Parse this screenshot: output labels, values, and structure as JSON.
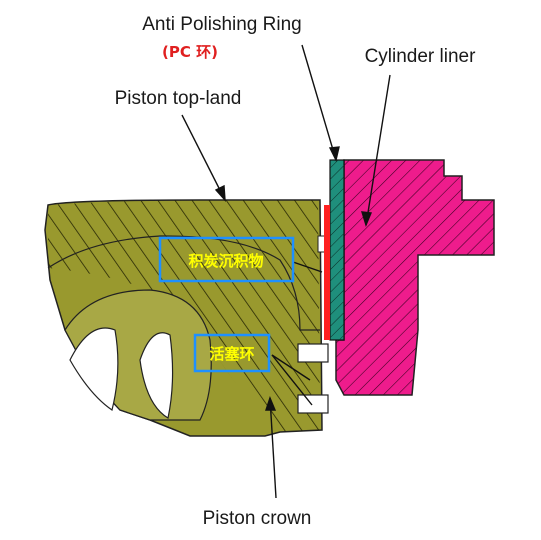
{
  "labels": {
    "anti_polishing_ring": "Anti Polishing Ring",
    "pc_ring": "(PC 环)",
    "cylinder_liner": "Cylinder liner",
    "piston_top_land": "Piston top-land",
    "carbon_deposit": "积炭沉积物",
    "piston_ring": "活塞环",
    "piston_crown": "Piston crown"
  },
  "colors": {
    "piston": "#99992e",
    "piston_light": "#a8a845",
    "liner": "#ee1c8c",
    "ring": "#1f8f7c",
    "deposit": "#ff2020",
    "callout_box": "#1e90ff",
    "callout_text": "#ffff00",
    "accent_red_text": "#e02020"
  }
}
